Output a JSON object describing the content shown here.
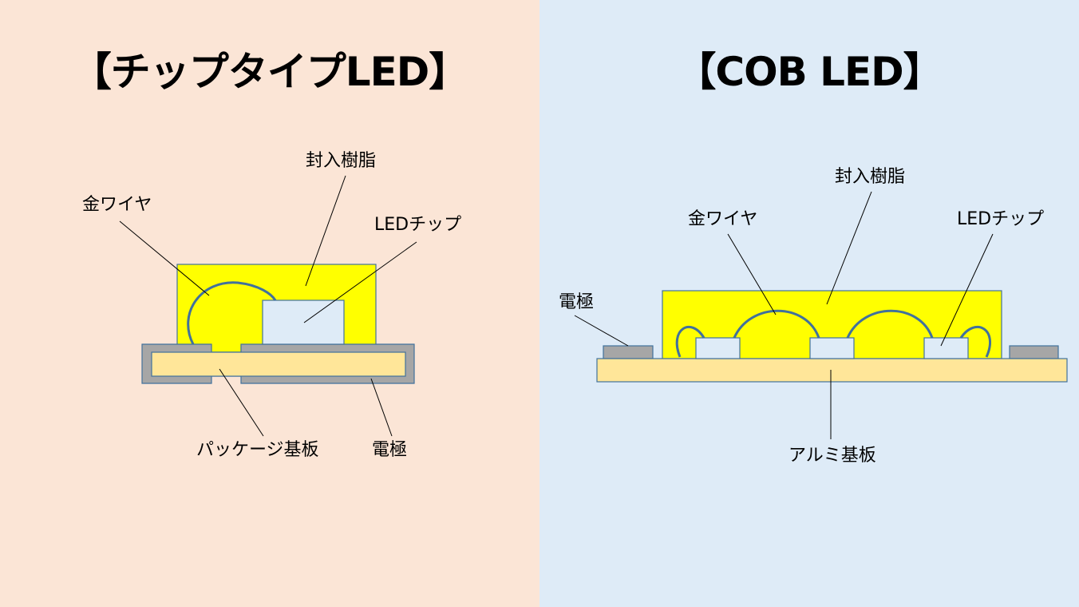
{
  "left": {
    "title": "【チップタイプLED】",
    "labels": {
      "resin": "封入樹脂",
      "gold_wire": "金ワイヤ",
      "led_chip": "LEDチップ",
      "package_substrate": "パッケージ基板",
      "electrode": "電極"
    }
  },
  "right": {
    "title": "【COB LED】",
    "labels": {
      "resin": "封入樹脂",
      "gold_wire": "金ワイヤ",
      "led_chip": "LEDチップ",
      "electrode": "電極",
      "aluminum_substrate": "アルミ基板"
    }
  },
  "colors": {
    "left_background": "#fbe5d6",
    "right_background": "#deebf7",
    "resin": "#ffff00",
    "chip": "#deebf7",
    "substrate": "#ffe699",
    "electrode": "#a6a6a6",
    "outline": "#41719c",
    "wire": "#41719c"
  }
}
